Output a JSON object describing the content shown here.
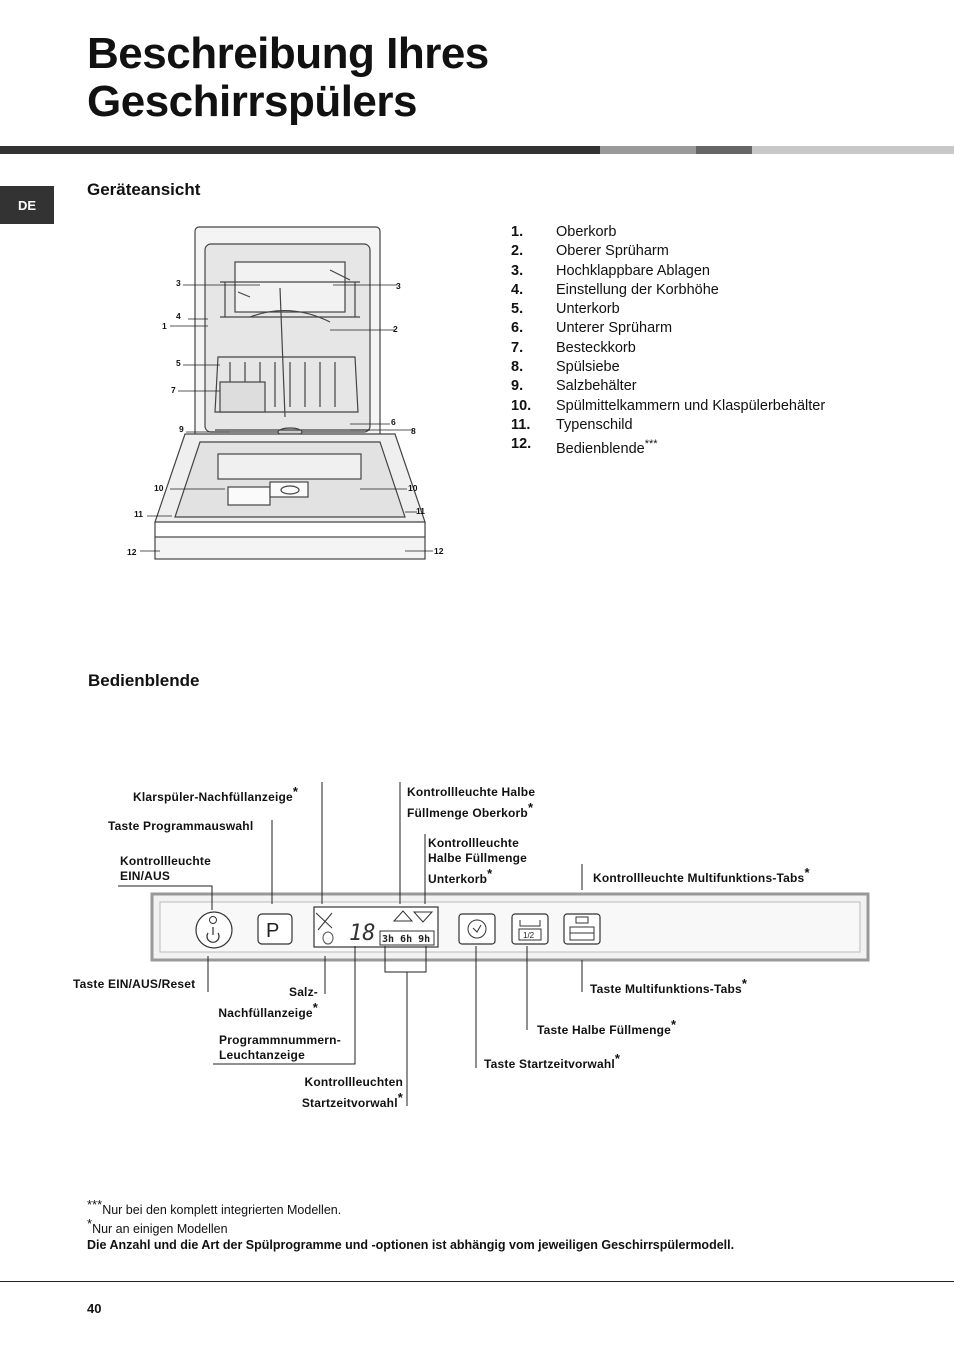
{
  "title_line1": "Beschreibung Ihres",
  "title_line2": "Geschirrspülers",
  "lang_tab": "DE",
  "section_appliance": "Geräteansicht",
  "section_panel": "Bedienblende",
  "parts": [
    {
      "num": "1.",
      "label": "Oberkorb"
    },
    {
      "num": "2.",
      "label": "Oberer Sprüharm"
    },
    {
      "num": "3.",
      "label": "Hochklappbare Ablagen"
    },
    {
      "num": "4.",
      "label": "Einstellung der Korbhöhe"
    },
    {
      "num": "5.",
      "label": "Unterkorb"
    },
    {
      "num": "6.",
      "label": "Unterer Sprüharm"
    },
    {
      "num": "7.",
      "label": "Besteckkorb"
    },
    {
      "num": "8.",
      "label": "Spülsiebe"
    },
    {
      "num": "9.",
      "label": "Salzbehälter"
    },
    {
      "num": "10.",
      "label": "Spülmittelkammern und Klaspülerbehälter"
    },
    {
      "num": "11.",
      "label": "Typenschild"
    },
    {
      "num": "12.",
      "label": "Bedienblende",
      "sup": "***"
    }
  ],
  "diagram_callouts": [
    "3",
    "3",
    "4",
    "1",
    "2",
    "5",
    "7",
    "6",
    "9",
    "8",
    "10",
    "10",
    "11",
    "11",
    "12",
    "12"
  ],
  "panel_labels": {
    "klarspueler": "Klarspüler-Nachfüllanzeige",
    "programmauswahl": "Taste Programmauswahl",
    "ein_aus_light_1": "Kontrollleuchte",
    "ein_aus_light_2": "EIN/AUS",
    "halbe_oben_1": "Kontrollleuchte Halbe",
    "halbe_oben_2": "Füllmenge Oberkorb",
    "halbe_unten_1": "Kontrollleuchte",
    "halbe_unten_2": "Halbe Füllmenge",
    "halbe_unten_3": "Unterkorb",
    "multitabs_light": "Kontrollleuchte Multifunktions-Tabs",
    "taste_ein_aus": "Taste EIN/AUS/Reset",
    "salz_1": "Salz-",
    "salz_2": "Nachfüllanzeige",
    "prognum_1": "Programmnummern-",
    "prognum_2": "Leuchtanzeige",
    "startzeit_lights_1": "Kontrollleuchten",
    "startzeit_lights_2": "Startzeitvorwahl",
    "taste_multitabs": "Taste Multifunktions-Tabs",
    "taste_halbe": "Taste Halbe Füllmenge",
    "taste_startzeit": "Taste Startzeitvorwahl",
    "star": "*"
  },
  "display": {
    "program_number": "18",
    "delay_options": "3h 6h 9h",
    "half_load_icon": "1/2",
    "program_button": "P"
  },
  "footnote_1_mark": "***",
  "footnote_1": "Nur bei den komplett integrierten Modellen.",
  "footnote_2_mark": "*",
  "footnote_2": "Nur an einigen Modellen",
  "footnote_bold": "Die Anzahl und die Art der Spülprogramme und -optionen ist abhängig vom jeweiligen Geschirrspülermodell.",
  "page_number": "40"
}
